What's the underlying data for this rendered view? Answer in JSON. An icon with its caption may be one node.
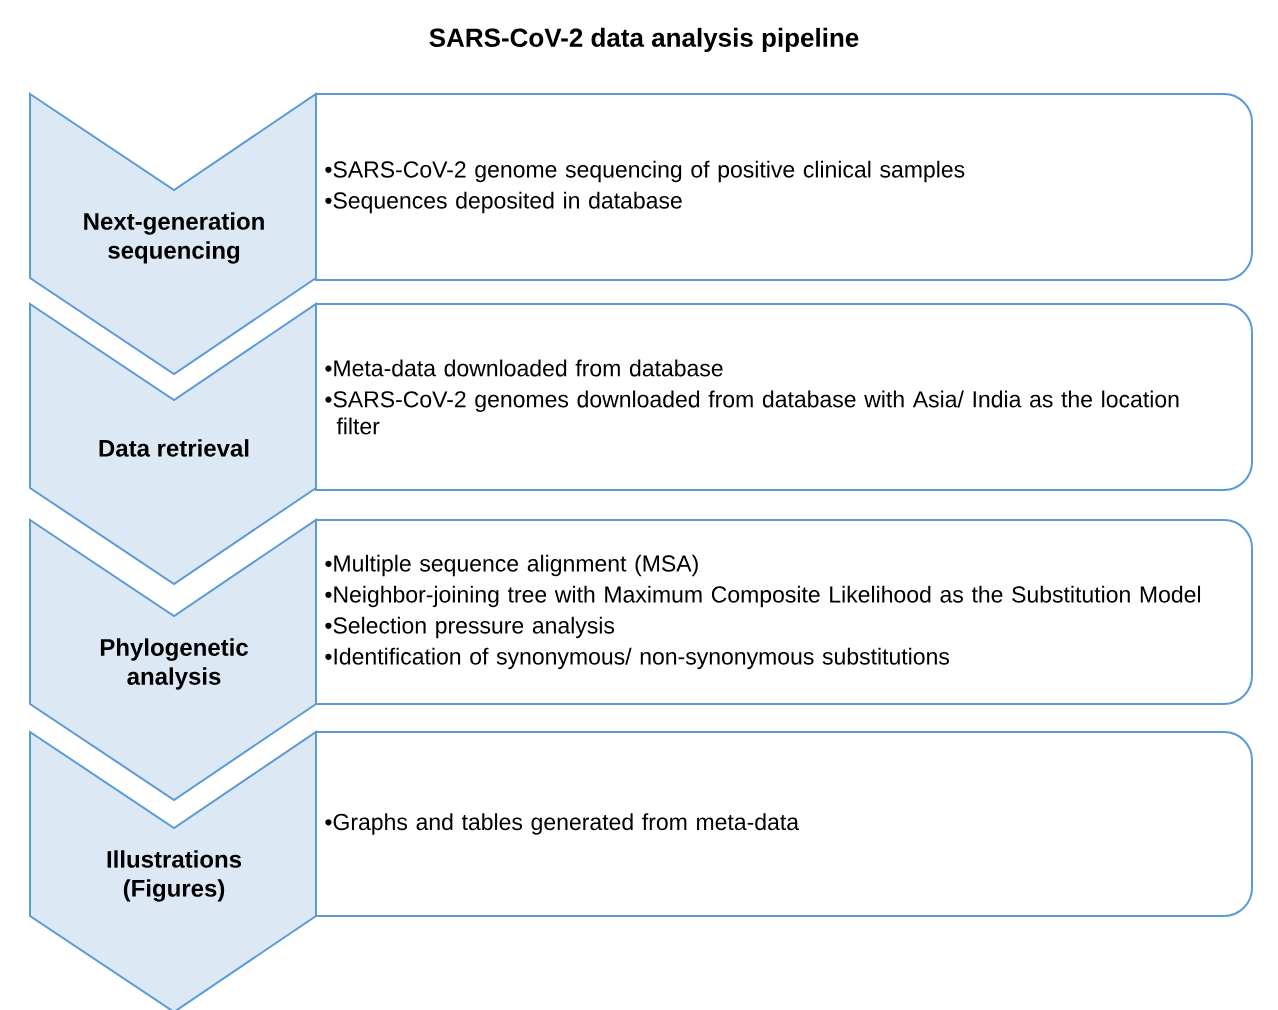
{
  "diagram": {
    "title": "SARS-CoV-2 data analysis pipeline",
    "nodes": [
      {
        "text": [
          "Next-generation sequencing"
        ]
      },
      {
        "text": [
          "Data retrieval"
        ]
      },
      {
        "text": [
          "Phylogenetic analysis"
        ]
      },
      {
        "text": [
          "Illustrations (Figures)"
        ]
      },
      {
        "text": [
          "•SARS-CoV-2 genome sequencing of positive clinical samples",
          "•Sequences deposited in database"
        ]
      },
      {
        "text": [
          "•Meta-data downloaded from database",
          "•SARS-CoV-2 genomes downloaded from database with Asia/ India as the location filter"
        ]
      },
      {
        "text": [
          "•Multiple sequence alignment (MSA)",
          "•Neighbor-joining tree with Maximum Composite Likelihood as the Substitution Model",
          "•Selection pressure analysis",
          "•Identification of synonymous/ non-synonymous substitutions"
        ]
      },
      {
        "text": [
          "•Graphs and tables generated from meta-data"
        ]
      }
    ],
    "edges": []
  }
}
